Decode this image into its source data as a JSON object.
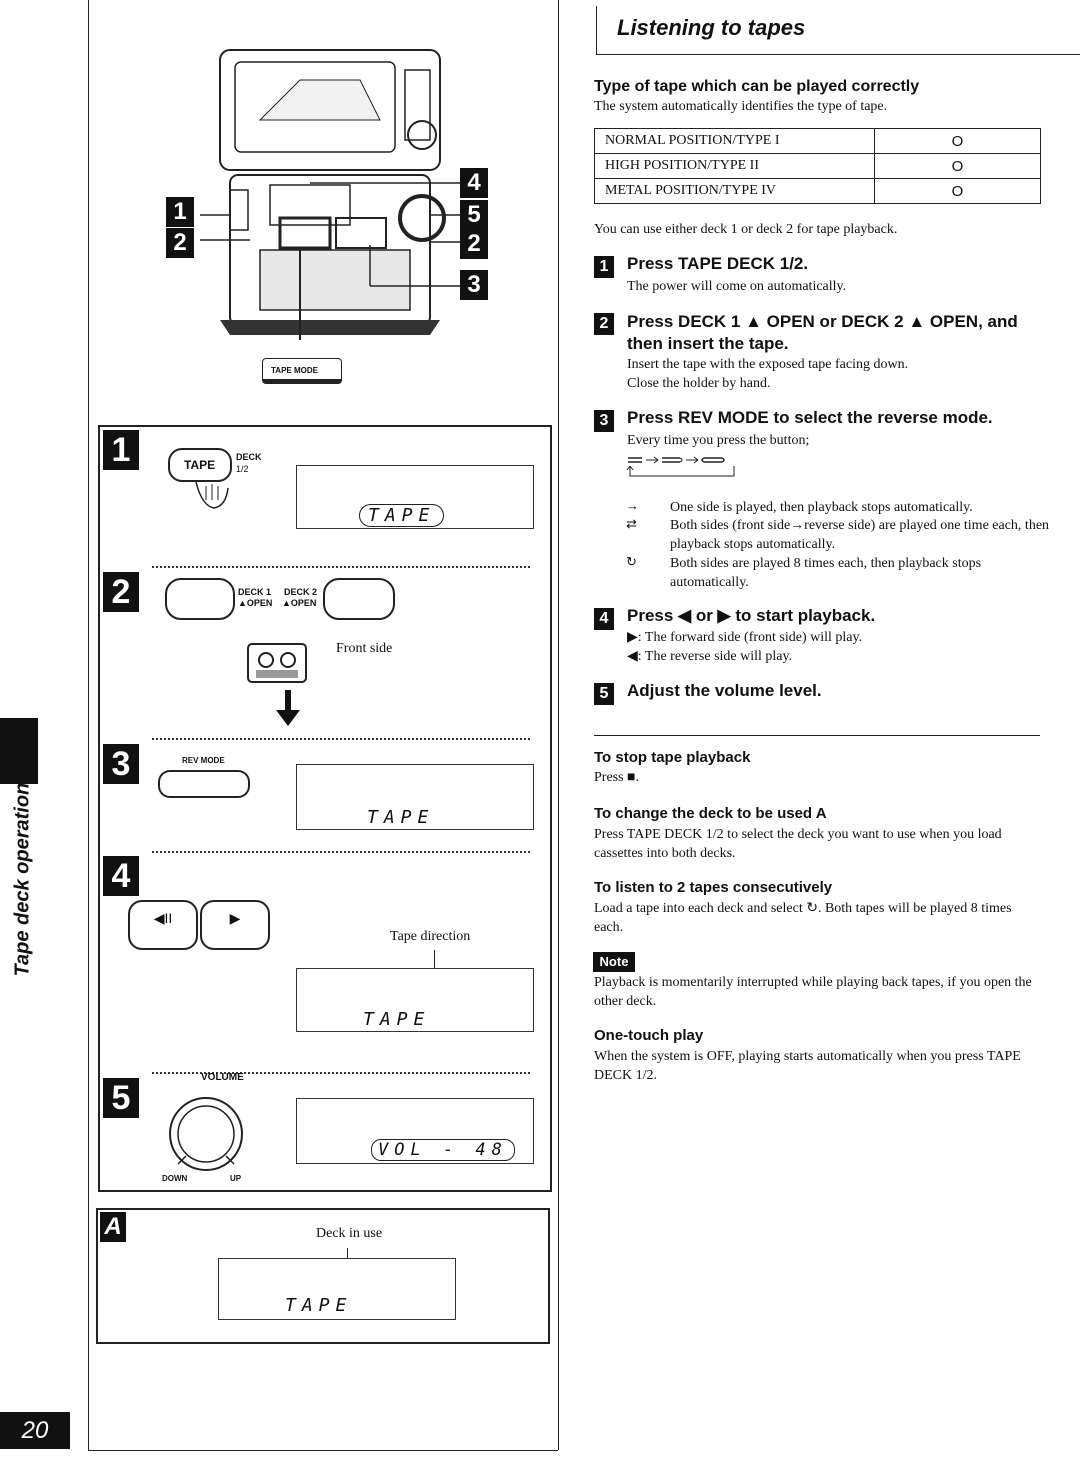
{
  "page": {
    "number": "20",
    "section_tab": "Tape deck operation"
  },
  "header": {
    "title": "Listening to tapes"
  },
  "tape_types": {
    "heading": "Type of tape which can be played correctly",
    "intro": "The system automatically identifies the type of tape.",
    "rows": [
      {
        "name": "NORMAL POSITION/TYPE I",
        "mark": "O"
      },
      {
        "name": "HIGH POSITION/TYPE II",
        "mark": "O"
      },
      {
        "name": "METAL POSITION/TYPE IV",
        "mark": "O"
      }
    ],
    "note": "You can use either deck 1 or deck 2 for tape playback."
  },
  "steps": [
    {
      "num": "1",
      "title": "Press TAPE DECK 1/2.",
      "body": [
        "The power will come on automatically."
      ]
    },
    {
      "num": "2",
      "title": "Press DECK 1 ▲ OPEN or DECK 2 ▲ OPEN, and then insert the tape.",
      "body": [
        "Insert the tape with the exposed tape facing down.",
        "Close the holder by hand."
      ]
    },
    {
      "num": "3",
      "title": "Press REV MODE to select the reverse mode.",
      "body": [
        "Every time you press the button;"
      ]
    },
    {
      "num": "4",
      "title": "Press ◀ or ▶ to start playback.",
      "body": [
        "▶: The forward side (front side) will play.",
        "◀: The reverse side will play."
      ]
    },
    {
      "num": "5",
      "title": "Adjust the volume level.",
      "body": []
    }
  ],
  "rev_modes": [
    {
      "symbol": "→",
      "text": "One side is played, then playback stops automatically."
    },
    {
      "symbol": "⇄",
      "text": "Both sides (front side→reverse side) are played one time each, then playback stops automatically."
    },
    {
      "symbol": "↻",
      "text": "Both sides are played 8 times each, then playback stops automatically."
    }
  ],
  "tips": [
    {
      "heading": "To stop tape playback",
      "body": "Press ■."
    },
    {
      "heading": "To change the deck to be used A",
      "body": "Press TAPE DECK 1/2 to select the deck you want to use when you load cassettes into both decks."
    },
    {
      "heading": "To listen to 2 tapes consecutively",
      "body": "Load a tape into each deck and select ↻. Both tapes will be played 8 times each."
    }
  ],
  "note": {
    "label": "Note",
    "body": "Playback is momentarily interrupted while playing back tapes, if you open the other deck."
  },
  "one_touch": {
    "heading": "One-touch play",
    "body": "When the system is OFF, playing starts automatically when you press TAPE DECK 1/2."
  },
  "illustration": {
    "callouts": [
      "1",
      "2",
      "4",
      "5",
      "2",
      "3"
    ],
    "tape_mode_label": "TAPE MODE",
    "step_labels": [
      "1",
      "2",
      "3",
      "4",
      "5"
    ],
    "a_label": "A",
    "tape_button": "TAPE",
    "deck_label": "DECK",
    "deck_sub": "1/2",
    "deck1_label": "DECK 1",
    "deck1_sub": "▲OPEN",
    "deck2_label": "DECK 2",
    "deck2_sub": "▲OPEN",
    "front_side": "Front side",
    "rev_mode": "REV MODE",
    "tape_direction": "Tape direction",
    "volume": "VOLUME",
    "down": "DOWN",
    "up": "UP",
    "deck_in_use": "Deck in use",
    "lcd_tape": "TAPE",
    "lcd_vol": "VOL - 48"
  }
}
